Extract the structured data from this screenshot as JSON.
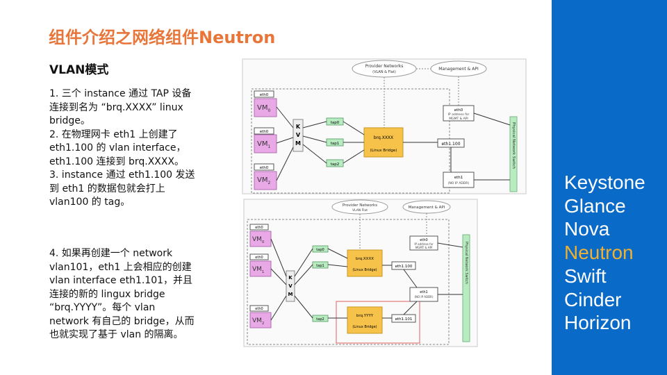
{
  "title": "组件介绍之网络组件Neutron",
  "subtitle": "VLAN模式",
  "paragraph1": [
    "1. 三个 instance 通过 TAP 设备",
    "连接到名为 “brq.XXXX” linux",
    "bridge。",
    "2. 在物理网卡 eth1 上创建了",
    "eth1.100 的 vlan interface，",
    "eth1.100 连接到 brq.XXXX。",
    "3. instance 通过 eth1.100 发送",
    "到 eth1 的数据包就会打上",
    "vlan100 的 tag。"
  ],
  "paragraph2": [
    "4. 如果再创建一个 network",
    "vlan101，eth1 上会相应的创建",
    "vlan interface eth1.101，并且",
    "连接的新的 lingux bridge",
    "“brq.YYYY”。每个 vlan",
    "network 有自己的 bridge，从而",
    "也就实现了基于 vlan 的隔离。"
  ],
  "nav": [
    "Keystone",
    "Glance",
    "Nova",
    "Neutron",
    "Swift",
    "Cinder",
    "Horizon"
  ],
  "active_nav": "Neutron",
  "colors": {
    "title": "#e8763a",
    "sidebar": "#0a6ac7",
    "active": "#f0b030",
    "vm_box": "#e9a8e6",
    "bridge": "#f6c24a",
    "tap": "#b8ecc0",
    "switch": "#b8ecc0"
  },
  "diagram1": {
    "provider_networks": "Provider Networks",
    "provider_sub": "(VLAN & Flat)",
    "mgmt_api": "Management & API",
    "vms": [
      {
        "eth": "eth0",
        "name": "VM",
        "sub": "0"
      },
      {
        "eth": "eth0",
        "name": "VM",
        "sub": "1"
      },
      {
        "eth": "eth0",
        "name": "VM",
        "sub": "2"
      }
    ],
    "kvm": [
      "K",
      "V",
      "M"
    ],
    "taps": [
      "tap0",
      "tap1",
      "tap2"
    ],
    "bridge": "brq.XXXX",
    "bridge_sub": "(Linux Bridge)",
    "eth1_100": "eth1.100",
    "eth0_host": "eth0",
    "eth0_host_sub1": "IP address for",
    "eth0_host_sub2": "MGMT & API",
    "eth1": "eth1",
    "eth1_sub": "(NO IP ADDR)",
    "switch": "Physical Network Switch"
  },
  "diagram2": {
    "provider_networks": "Provider Networks",
    "provider_sub": "VLAN Flat",
    "mgmt_api": "Management & API",
    "vms": [
      {
        "eth": "eth0",
        "name": "VM",
        "sub": "0"
      },
      {
        "eth": "eth0",
        "name": "VM",
        "sub": "1"
      },
      {
        "eth": "eth0",
        "name": "VM",
        "sub": "2"
      }
    ],
    "kvm": [
      "K",
      "V",
      "M"
    ],
    "taps": [
      "tap0",
      "tap1",
      "tap2"
    ],
    "bridge1": "brq.XXXX",
    "bridge2": "brq.YYYY",
    "bridge_sub": "(Linux Bridge)",
    "eth1_100": "eth1.100",
    "eth1_101": "eth1.101",
    "eth0_host": "eth0",
    "eth0_host_sub1": "IP address for",
    "eth0_host_sub2": "MGMT & API",
    "eth1": "eth1",
    "eth1_sub": "(NO IP ADDR)",
    "switch": "Physical Network Switch"
  }
}
